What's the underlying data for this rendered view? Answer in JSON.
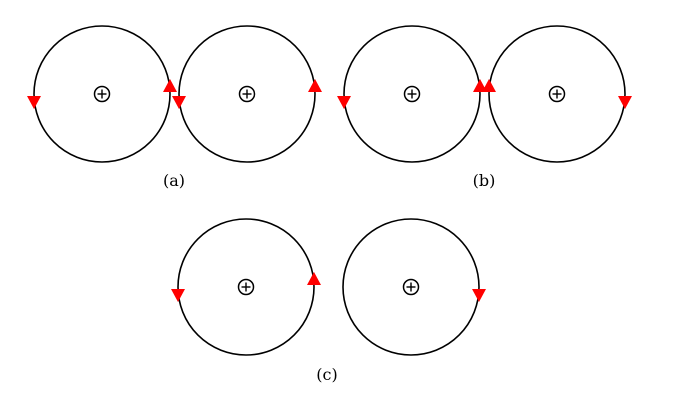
{
  "colors": {
    "stroke": "#000000",
    "arrow": "#ff0000",
    "background": "#ffffff"
  },
  "symbols": {
    "charge": "plus-in-circle"
  },
  "panels": [
    {
      "id": "a",
      "caption": "(a)",
      "circles": [
        {
          "arrows": [
            {
              "side": "left",
              "direction": "down"
            },
            {
              "side": "right",
              "direction": "up"
            }
          ]
        },
        {
          "arrows": [
            {
              "side": "left",
              "direction": "down"
            },
            {
              "side": "right",
              "direction": "up"
            }
          ]
        }
      ]
    },
    {
      "id": "b",
      "caption": "(b)",
      "circles": [
        {
          "arrows": [
            {
              "side": "left",
              "direction": "down"
            },
            {
              "side": "right",
              "direction": "up"
            }
          ]
        },
        {
          "arrows": [
            {
              "side": "left",
              "direction": "up"
            },
            {
              "side": "right",
              "direction": "down"
            }
          ]
        }
      ]
    },
    {
      "id": "c",
      "caption": "(c)",
      "circles": [
        {
          "arrows": [
            {
              "side": "left",
              "direction": "down"
            },
            {
              "side": "right",
              "direction": "up"
            }
          ]
        },
        {
          "arrows": [
            {
              "side": "right",
              "direction": "down"
            }
          ]
        }
      ]
    }
  ]
}
